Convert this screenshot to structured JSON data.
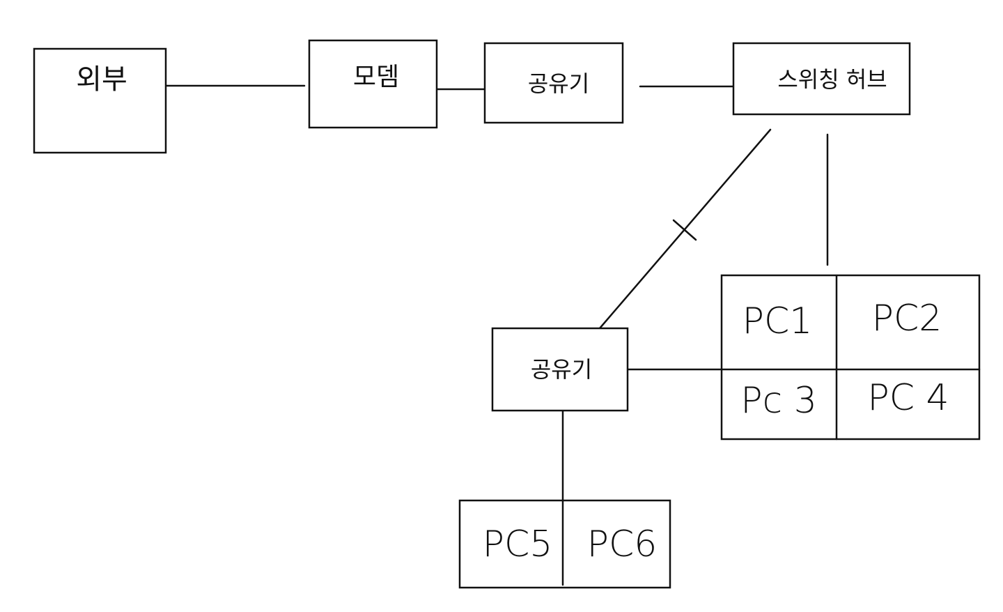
{
  "nodes": {
    "external": "외부",
    "modem": "모뎀",
    "router_top": "공유기",
    "switching_hub": "스위칭 허브",
    "router_bottom": "공유기"
  },
  "pc_group_right": {
    "pc1": "PC1",
    "pc2": "PC2",
    "pc3": "Pc 3",
    "pc4": "PC 4"
  },
  "pc_group_bottom": {
    "pc5": "PC5",
    "pc6": "PC6"
  }
}
